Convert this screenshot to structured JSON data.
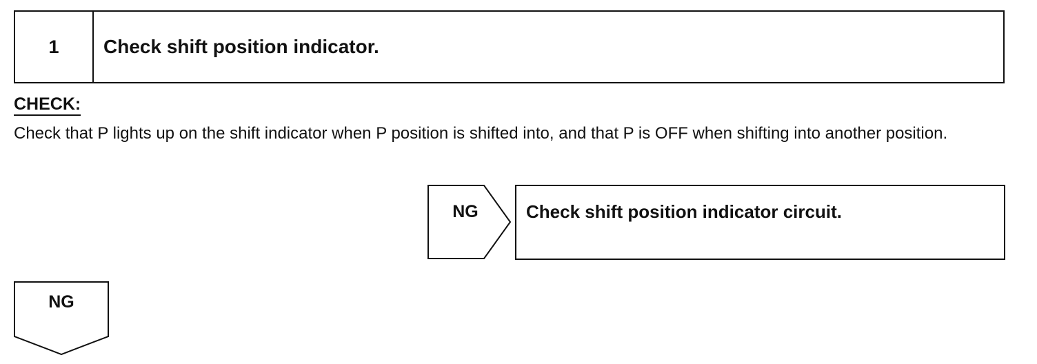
{
  "step": {
    "number": "1",
    "title": "Check shift position indicator."
  },
  "check": {
    "label": "CHECK:",
    "text": "Check that P lights up on the shift indicator when P position is shifted into, and that P is OFF when shifting into another position."
  },
  "ng_branch": {
    "label": "NG",
    "result": "Check shift position indicator circuit."
  },
  "ng_down": {
    "label": "NG"
  }
}
